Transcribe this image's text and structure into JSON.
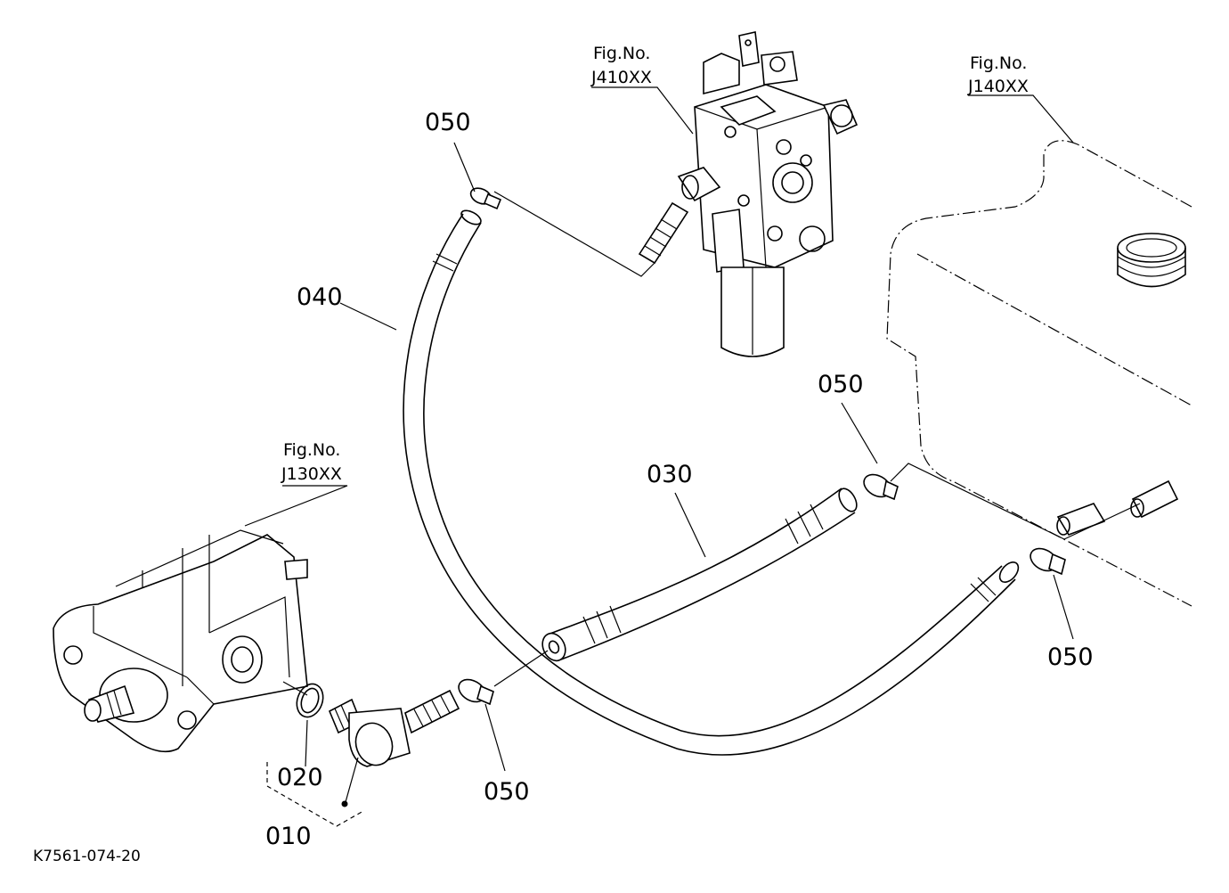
{
  "figure_refs": {
    "valve": {
      "label": "Fig.No.",
      "code": "J410XX"
    },
    "tank": {
      "label": "Fig.No.",
      "code": "J140XX"
    },
    "pump": {
      "label": "Fig.No.",
      "code": "J130XX"
    }
  },
  "parts": {
    "p050_top": "050",
    "p040": "040",
    "p050_right": "050",
    "p030": "030",
    "p050_lowright": "050",
    "p020": "020",
    "p050_bottom": "050",
    "p010": "010"
  },
  "drawing_code": "K7561-074-20"
}
